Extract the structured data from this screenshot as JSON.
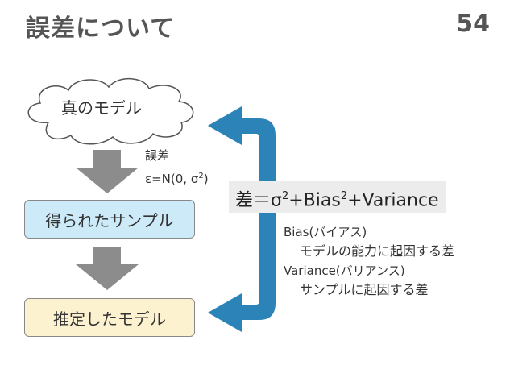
{
  "slide": {
    "title": "誤差について",
    "page_number": "54"
  },
  "flow": {
    "true_model": "真のモデル",
    "sample": "得られたサンプル",
    "estimated_model": "推定したモデル"
  },
  "noise": {
    "label": "誤差",
    "formula_prefix": "ε=N(0, σ",
    "formula_sup": "2",
    "formula_suffix": ")"
  },
  "decomposition": {
    "part1": "差＝σ",
    "sup1": "2",
    "part2": "+Bias",
    "sup2": "2",
    "part3": "+Variance"
  },
  "explanation": {
    "bias_term": "Bias(バイアス)",
    "bias_desc": "モデルの能力に起因する差",
    "variance_term": "Variance(バリアンス)",
    "variance_desc": "サンプルに起因する差"
  },
  "colors": {
    "arrow_gray": "#8c8c8c",
    "arrow_blue": "#2b83b8",
    "sample_box": "#cdeaf8",
    "estimate_box": "#fdf2d0"
  }
}
